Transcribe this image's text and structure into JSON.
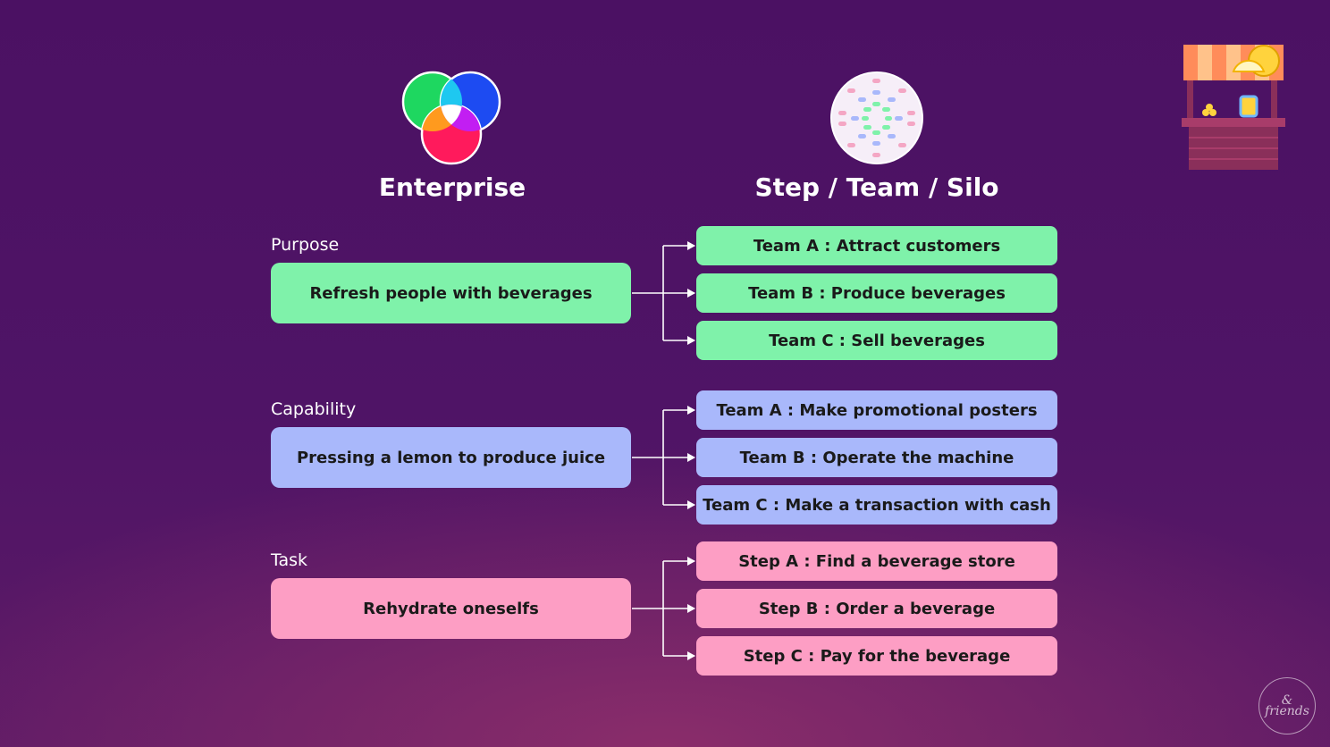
{
  "headings": {
    "enterprise": "Enterprise",
    "step": "Step / Team / Silo"
  },
  "sections": [
    {
      "label": "Purpose",
      "main": "Refresh people with beverages",
      "color": "#7ff2aa",
      "items": [
        "Team A : Attract customers",
        "Team B : Produce beverages",
        "Team C : Sell beverages"
      ]
    },
    {
      "label": "Capability",
      "main": "Pressing a lemon to produce juice",
      "color": "#a9b8fb",
      "items": [
        "Team A : Make promotional posters",
        "Team B : Operate the machine",
        "Team C : Make a transaction with cash"
      ]
    },
    {
      "label": "Task",
      "main": "Rehydrate oneselfs",
      "color": "#fd9ec4",
      "items": [
        "Step A : Find a beverage store",
        "Step B : Order a beverage",
        "Step C : Pay for the beverage"
      ]
    }
  ],
  "badge": {
    "line1": "&",
    "line2": "friends"
  },
  "icons": {
    "enterprise": "venn-diagram-icon",
    "step": "silo-network-icon",
    "stand": "lemonade-stand-icon"
  }
}
